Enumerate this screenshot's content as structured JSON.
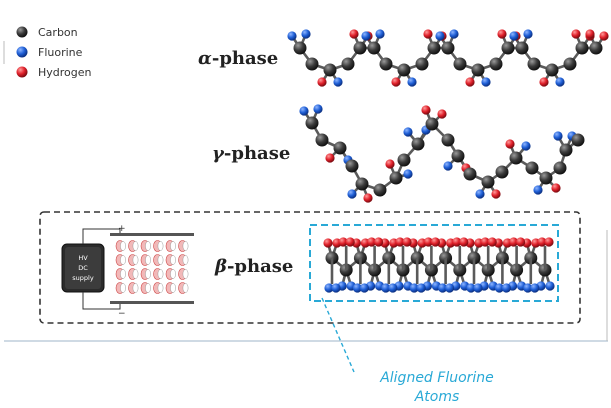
{
  "legend": {
    "items": [
      {
        "label": "Carbon",
        "color": "#3a3a3a"
      },
      {
        "label": "Fluorine",
        "color": "#1f5fd6"
      },
      {
        "label": "Hydrogen",
        "color": "#e0202a"
      }
    ]
  },
  "phases": {
    "alpha": {
      "greek": "α",
      "suffix": "-phase"
    },
    "gamma": {
      "greek": "γ",
      "suffix": "-phase"
    },
    "beta": {
      "greek": "β",
      "suffix": "-phase"
    }
  },
  "supply": {
    "line1": "HV",
    "line2": "DC",
    "line3": "supply",
    "plus": "+",
    "minus": "−"
  },
  "callout": {
    "line1": "Aligned Fluorine",
    "line2": "Atoms"
  },
  "colors": {
    "carbon": "#3a3a3a",
    "fluorine": "#1f5fd6",
    "hydrogen": "#e0202a",
    "accent": "#29a9d6",
    "frame": "#333333"
  }
}
